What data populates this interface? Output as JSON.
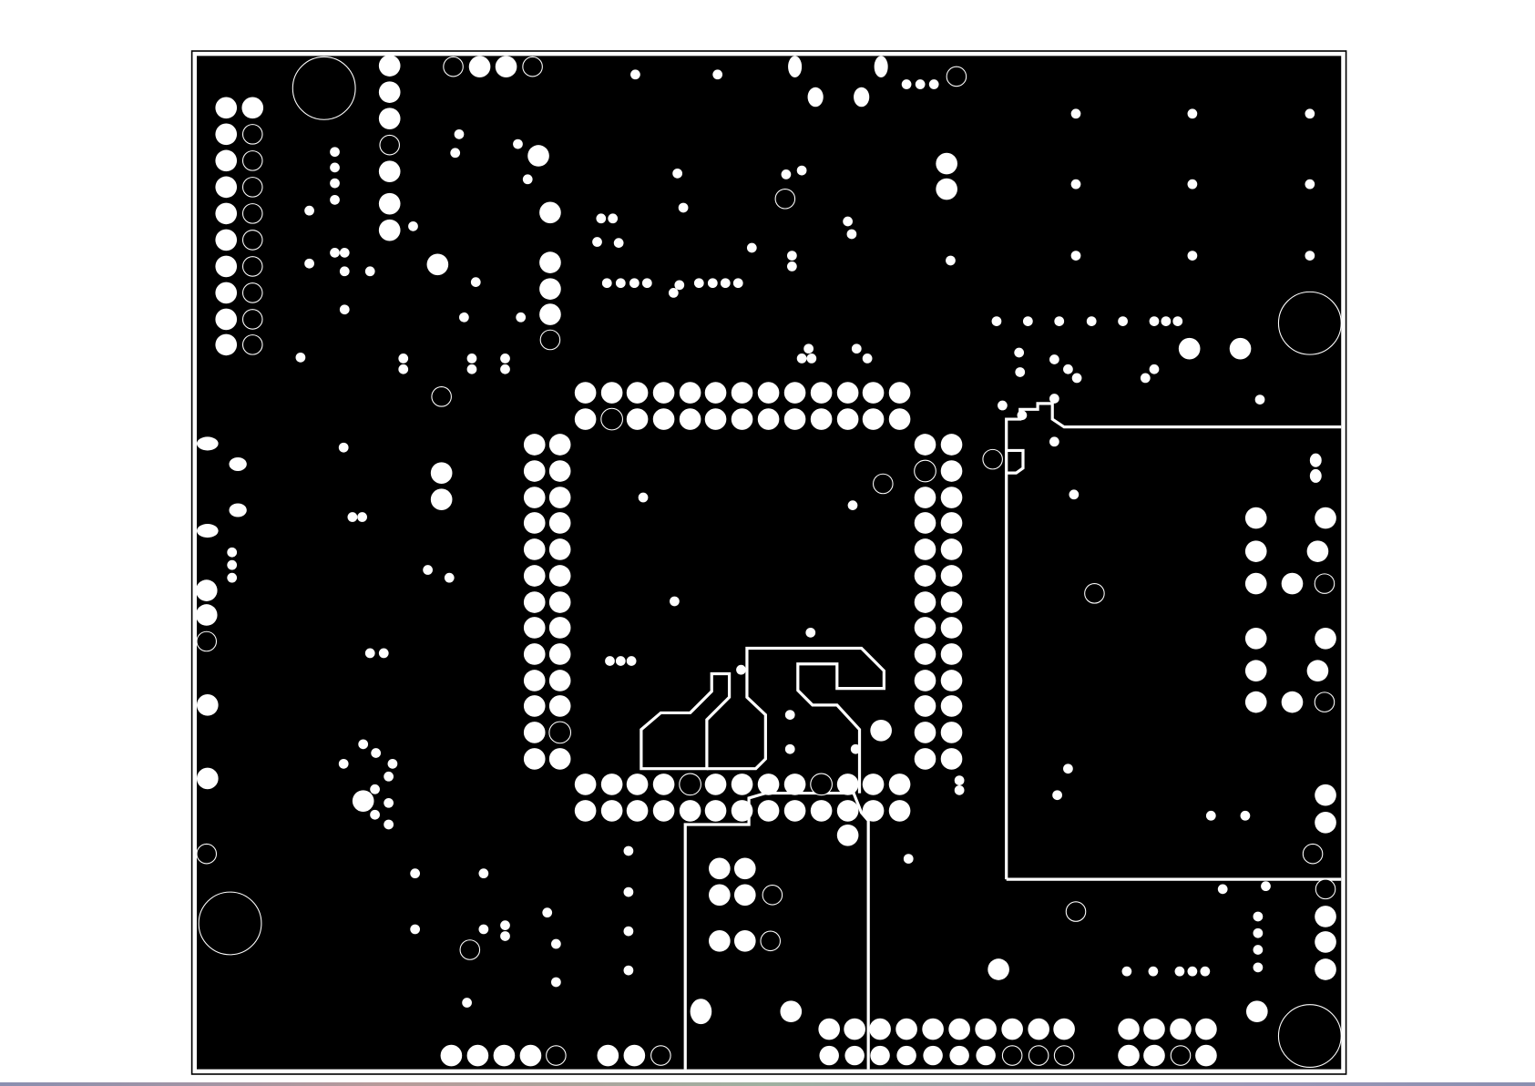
{
  "colors": {
    "background": "#ffffff",
    "copper": "#000000",
    "clearance": "#ffffff"
  },
  "layer": {
    "type": "pcb-copper-plane",
    "features": [
      "pads",
      "vias",
      "mounting-holes",
      "plane-splits"
    ]
  }
}
